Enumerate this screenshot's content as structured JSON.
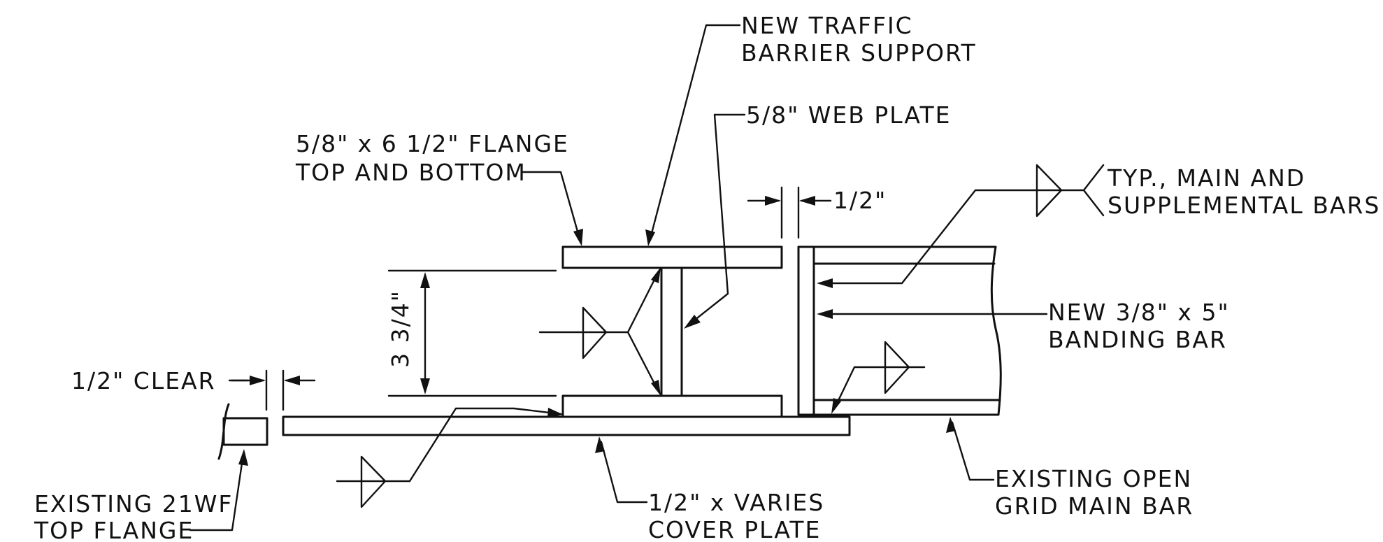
{
  "labels": {
    "traffic_barrier": [
      "NEW TRAFFIC",
      "BARRIER SUPPORT"
    ],
    "web_plate": [
      "5/8\" WEB PLATE"
    ],
    "flange": [
      "5/8\" x 6 1/2\" FLANGE",
      "TOP AND BOTTOM"
    ],
    "gap_dim": [
      "1/2\""
    ],
    "weld_note": [
      "TYP., MAIN AND",
      "SUPPLEMENTAL BARS"
    ],
    "height_dim": [
      "3 3/4\""
    ],
    "banding_bar": [
      "NEW 3/8\" x 5\"",
      "BANDING BAR"
    ],
    "clear_dim": [
      "1/2\" CLEAR"
    ],
    "main_bar": [
      "EXISTING OPEN",
      "GRID MAIN BAR"
    ],
    "top_flange": [
      "EXISTING 21WF",
      "TOP FLANGE"
    ],
    "cover_plate": [
      "1/2\" x VARIES",
      "COVER PLATE"
    ]
  }
}
